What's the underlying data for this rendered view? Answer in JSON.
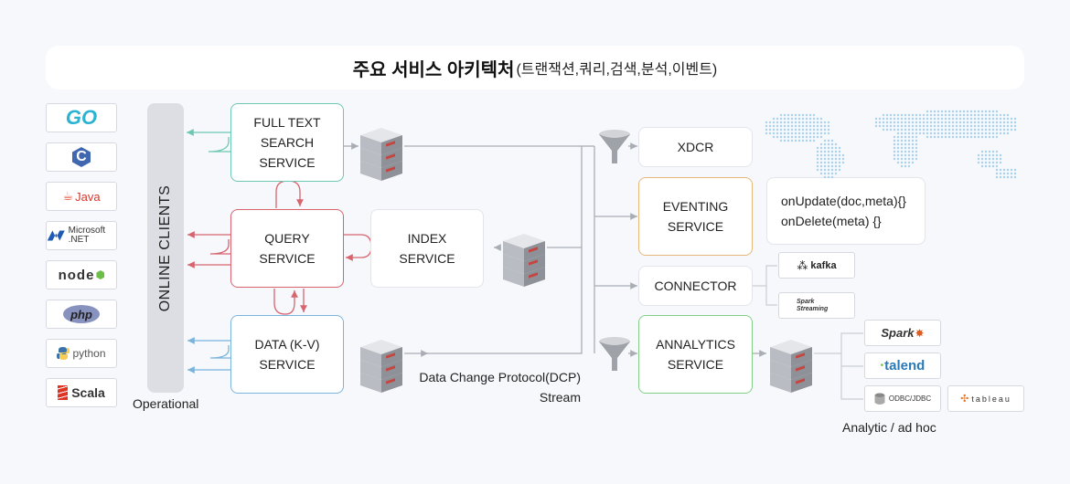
{
  "title": {
    "main": "주요 서비스 아키텍처",
    "sub": "(트랜잭션,쿼리,검색,분석,이벤트)"
  },
  "languages": [
    "GO",
    "C",
    "Java",
    "Microsoft .NET",
    "node",
    "php",
    "python",
    "Scala"
  ],
  "online_clients": "ONLINE CLIENTS",
  "operational": "Operational",
  "services": {
    "fts": [
      "FULL TEXT",
      "SEARCH",
      "SERVICE"
    ],
    "query": [
      "QUERY",
      "SERVICE"
    ],
    "index": [
      "INDEX",
      "SERVICE"
    ],
    "data": [
      "DATA (K-V)",
      "SERVICE"
    ],
    "xdcr": [
      "XDCR"
    ],
    "eventing": [
      "EVENTING",
      "SERVICE"
    ],
    "connector": [
      "CONNECTOR"
    ],
    "analytics": [
      "ANNALYTICS",
      "SERVICE"
    ]
  },
  "eventing_code": [
    "onUpdate(doc,meta){}",
    "onDelete(meta) {}"
  ],
  "dcp": [
    "Data Change Protocol(DCP)",
    "Stream"
  ],
  "connectors": [
    "kafka",
    "Spark Streaming"
  ],
  "analytic_tools": [
    "Spark",
    "talend",
    "ODBC/JDBC",
    "tableau"
  ],
  "analytic_label": "Analytic / ad hoc",
  "colors": {
    "teal": "#6cc7b4",
    "red": "#d7646e",
    "blue": "#79b3de",
    "orange": "#e7b77a",
    "green": "#84cf86",
    "connector_gray": "#c9cdd4",
    "line": "#a9adb4"
  }
}
